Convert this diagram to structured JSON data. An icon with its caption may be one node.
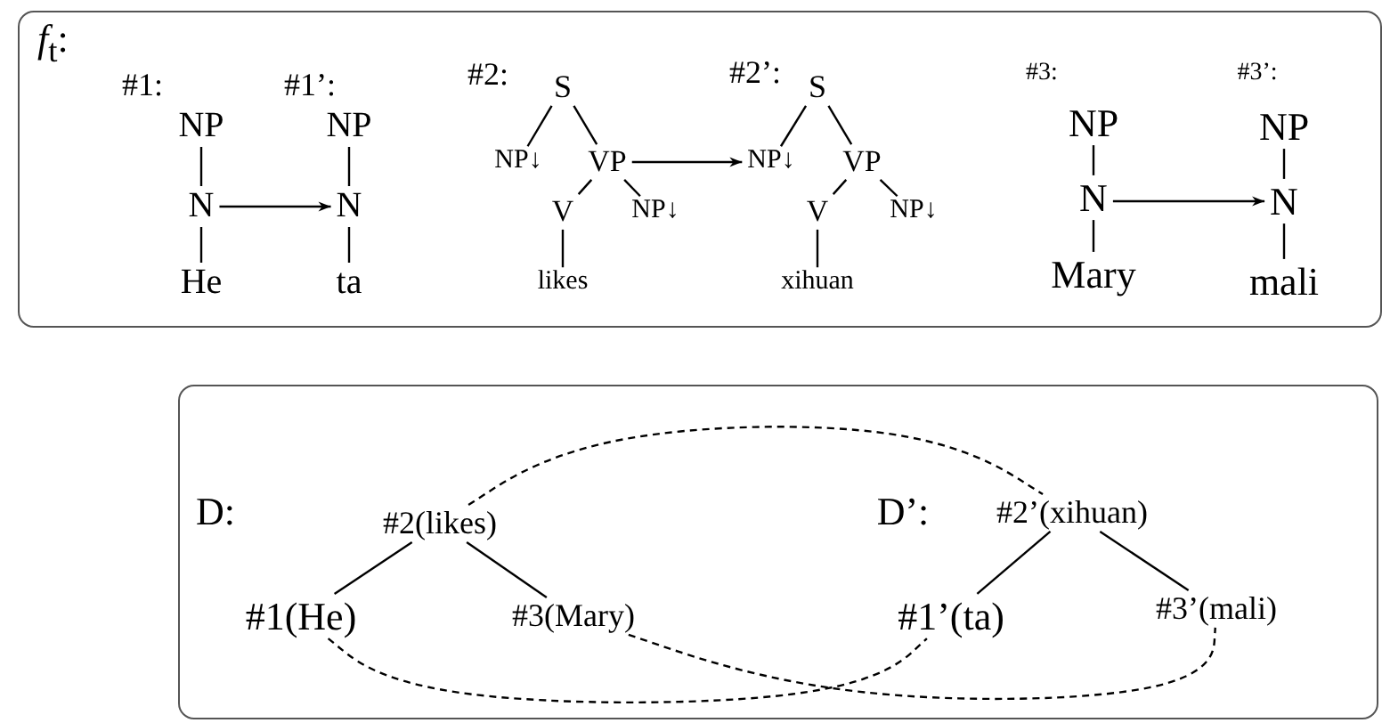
{
  "diagram": {
    "nodes": [
      {
        "text": [
          "*f*$_{t}$:"
        ]
      },
      {
        "text": [
          "NP"
        ],
        "in": 0
      },
      {
        "text": [
          "N"
        ],
        "in": 0
      },
      {
        "text": [
          "He"
        ],
        "in": 0
      },
      {
        "text": [
          "NP"
        ],
        "in": 0
      },
      {
        "text": [
          "N"
        ],
        "in": 0
      },
      {
        "text": [
          "ta"
        ],
        "in": 0
      },
      {
        "text": [
          "S"
        ],
        "in": 0
      },
      {
        "text": [
          "NP↓"
        ],
        "in": 0
      },
      {
        "text": [
          "VP"
        ],
        "in": 0
      },
      {
        "text": [
          "V"
        ],
        "in": 0
      },
      {
        "text": [
          "NP↓"
        ],
        "in": 0
      },
      {
        "text": [
          "likes"
        ],
        "in": 0
      },
      {
        "text": [
          "S"
        ],
        "in": 0
      },
      {
        "text": [
          "NP↓"
        ],
        "in": 0
      },
      {
        "text": [
          "VP"
        ],
        "in": 0
      },
      {
        "text": [
          "V"
        ],
        "in": 0
      },
      {
        "text": [
          "NP↓"
        ],
        "in": 0
      },
      {
        "text": [
          "xihuan"
        ],
        "in": 0
      },
      {
        "text": [
          "NP"
        ],
        "in": 0
      },
      {
        "text": [
          "N"
        ],
        "in": 0
      },
      {
        "text": [
          "Mary"
        ],
        "in": 0
      },
      {
        "text": [
          "NP"
        ],
        "in": 0
      },
      {
        "text": [
          "N"
        ],
        "in": 0
      },
      {
        "text": [
          "mali"
        ],
        "in": 0
      },
      {
        "text": [],
        "shape": "box"
      },
      {
        "text": [
          "#2(likes)"
        ],
        "in": 25
      },
      {
        "text": [
          "#2’(xihuan)"
        ],
        "in": 25
      },
      {
        "text": [
          "#1(He)"
        ],
        "in": 25
      },
      {
        "text": [
          "#3(Mary)"
        ],
        "in": 25
      },
      {
        "text": [
          "#1’(ta)"
        ],
        "in": 25
      },
      {
        "text": [
          "#3’(mali)"
        ],
        "in": 25
      }
    ],
    "edges": [
      {
        "from": 1,
        "to": 2,
        "arrow": "none"
      },
      {
        "from": 2,
        "to": 3,
        "arrow": "none"
      },
      {
        "from": 4,
        "to": 5,
        "arrow": "none"
      },
      {
        "from": 5,
        "to": 6,
        "arrow": "none"
      },
      {
        "from": 2,
        "to": 5,
        "arrow": "to"
      },
      {
        "from": 7,
        "to": 8,
        "arrow": "none"
      },
      {
        "from": 7,
        "to": 9,
        "arrow": "none"
      },
      {
        "from": 9,
        "to": 10,
        "arrow": "none"
      },
      {
        "from": 9,
        "to": 11,
        "arrow": "none"
      },
      {
        "from": 10,
        "to": 12,
        "arrow": "none"
      },
      {
        "from": 13,
        "to": 14,
        "arrow": "none"
      },
      {
        "from": 13,
        "to": 15,
        "arrow": "none"
      },
      {
        "from": 15,
        "to": 16,
        "arrow": "none"
      },
      {
        "from": 15,
        "to": 17,
        "arrow": "none"
      },
      {
        "from": 16,
        "to": 18,
        "arrow": "none"
      },
      {
        "from": 9,
        "to": 14,
        "arrow": "to"
      },
      {
        "from": 19,
        "to": 20,
        "arrow": "none"
      },
      {
        "from": 20,
        "to": 21,
        "arrow": "none"
      },
      {
        "from": 22,
        "to": 23,
        "arrow": "none"
      },
      {
        "from": 23,
        "to": 24,
        "arrow": "none"
      },
      {
        "from": 20,
        "to": 23,
        "arrow": "to"
      },
      {
        "from": 26,
        "to": 28,
        "arrow": "none"
      },
      {
        "from": 26,
        "to": 29,
        "arrow": "none"
      },
      {
        "from": 27,
        "to": 30,
        "arrow": "none"
      },
      {
        "from": 27,
        "to": 31,
        "arrow": "none"
      },
      {
        "from": 26,
        "to": 27,
        "arrow": "none",
        "style": "dashed"
      },
      {
        "from": 28,
        "to": 30,
        "arrow": "none",
        "style": "dashed"
      },
      {
        "from": 29,
        "to": 31,
        "arrow": "none",
        "style": "dashed"
      }
    ],
    "labels": [
      "#1:",
      "#1’:",
      "#2:",
      "#2’:",
      "#3:",
      "#3’:",
      "D:",
      "D’:"
    ]
  }
}
